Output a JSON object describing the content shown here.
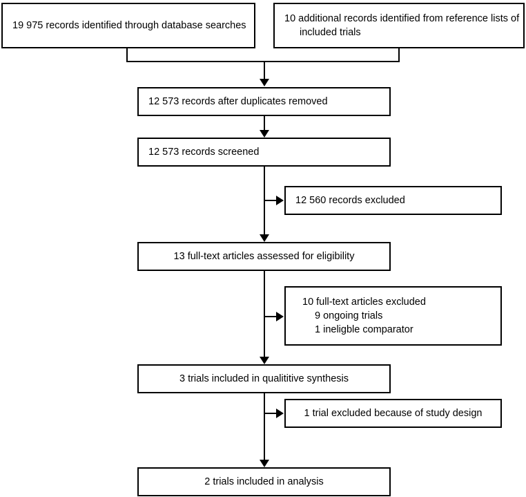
{
  "diagram": {
    "type": "prisma-flow-diagram",
    "title": "",
    "stroke_color": "#000000",
    "background_color": "#ffffff",
    "nodes": {
      "identification_database": {
        "lines": [
          "19 975 records identified through database searches"
        ],
        "count": "19 975"
      },
      "identification_reference": {
        "lines": [
          "10 additional records identified from reference lists of",
          "included trials"
        ],
        "count": "10"
      },
      "duplicates_removed": {
        "lines": [
          "12 573 records after duplicates removed"
        ],
        "count": "12 573"
      },
      "records_screened": {
        "lines": [
          "12 573 records screened"
        ],
        "count": "12 573"
      },
      "records_excluded": {
        "lines": [
          "12 560 records excluded"
        ],
        "count": "12 560"
      },
      "fulltext_assessed": {
        "lines": [
          "13 full-text articles assessed for eligibility"
        ],
        "count": "13"
      },
      "fulltext_excluded": {
        "lines": [
          "10 full-text articles excluded",
          "9 ongoing trials",
          "1 ineligble comparator"
        ],
        "count": "10",
        "reasons": [
          {
            "count": "9",
            "label": "ongoing trials"
          },
          {
            "count": "1",
            "label": "ineligble comparator"
          }
        ]
      },
      "qualitative_synthesis": {
        "lines": [
          "3 trials included in qualititive synthesis"
        ],
        "count": "3"
      },
      "trial_excluded_design": {
        "lines": [
          "1 trial excluded because of study design"
        ],
        "count": "1"
      },
      "included_analysis": {
        "lines": [
          "2 trials included in analysis"
        ],
        "count": "2"
      }
    }
  }
}
